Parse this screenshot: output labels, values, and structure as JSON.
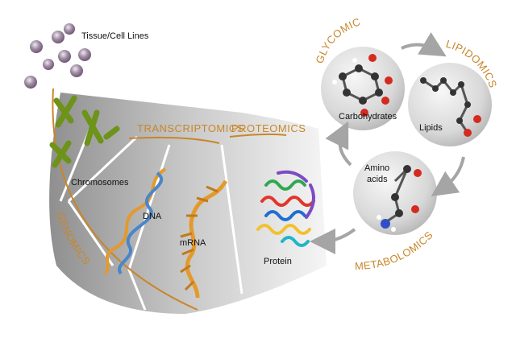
{
  "labels": {
    "tissue": "Tissue/Cell Lines",
    "chromosomes": "Chromosomes",
    "dna": "DNA",
    "mrna": "mRNA",
    "protein": "Protein",
    "carbohydrates": "Carbohydrates",
    "lipids": "Lipids",
    "amino_acids_line1": "Amino",
    "amino_acids_line2": "acids"
  },
  "omics": {
    "genomics": "GENOMICS",
    "transcriptomics": "TRANSCRIPTOMICS",
    "proteomics": "PROTEOMICS",
    "glycomics": "GLYCOMICS",
    "lipidomics": "LIPIDOMICS",
    "metabolomics": "METABOLOMICS"
  },
  "colors": {
    "accent": "#c8862a",
    "panel_dark": "#a9a9a9",
    "panel_light": "#e6e6e6",
    "sphere": "#dcdcdc",
    "chromosome": "#7aa021",
    "dna_orange": "#e39a2c",
    "dna_blue": "#4a86c8"
  }
}
